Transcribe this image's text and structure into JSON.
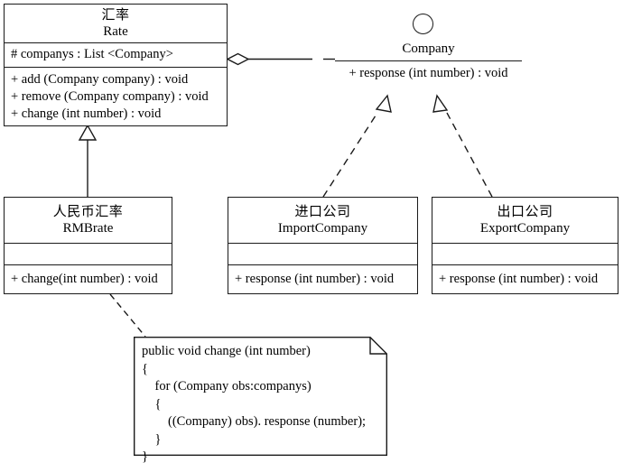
{
  "diagram": {
    "title": "Observer pattern UML class diagram",
    "stroke_color": "#1a1a1a",
    "background_color": "#ffffff"
  },
  "classes": [
    {
      "id": "rate",
      "name_cn": "汇率",
      "name_en": "Rate",
      "attributes": [
        "# companys : List <Company>"
      ],
      "operations": [
        "+ add (Company company) : void",
        "+ remove (Company company) : void",
        "+ change (int number) : void"
      ]
    },
    {
      "id": "rmbrate",
      "name_cn": "人民币汇率",
      "name_en": "RMBrate",
      "attributes": [],
      "operations": [
        "+ change(int number) : void"
      ]
    },
    {
      "id": "importcompany",
      "name_cn": "进口公司",
      "name_en": "ImportCompany",
      "attributes": [],
      "operations": [
        "+ response (int number) : void"
      ]
    },
    {
      "id": "exportcompany",
      "name_cn": "出口公司",
      "name_en": "ExportCompany",
      "attributes": [],
      "operations": [
        "+ response (int number) : void"
      ]
    }
  ],
  "interface": {
    "id": "company",
    "name": "Company",
    "operation": "+ response (int number) : void",
    "notation": "lollipop-circle"
  },
  "note": {
    "id": "change-method-note",
    "lines": [
      "public void change (int number)",
      "{",
      "    for (Company obs:companys)",
      "    {",
      "        ((Company) obs). response (number);",
      "    }",
      "}"
    ],
    "text": "public void change (int number)\n{\n    for (Company obs:companys)\n    {\n        ((Company) obs). response (number);\n    }\n}"
  },
  "relationships": [
    {
      "id": "rate-aggregates-company",
      "type": "aggregation",
      "from": "rate",
      "to": "company",
      "marker": "hollow-diamond",
      "line": "solid"
    },
    {
      "id": "rmbrate-extends-rate",
      "type": "generalization",
      "from": "rmbrate",
      "to": "rate",
      "marker": "hollow-triangle",
      "line": "solid"
    },
    {
      "id": "importcompany-implements-company",
      "type": "realization",
      "from": "importcompany",
      "to": "company",
      "marker": "hollow-triangle",
      "line": "dashed"
    },
    {
      "id": "exportcompany-implements-company",
      "type": "realization",
      "from": "exportcompany",
      "to": "company",
      "marker": "hollow-triangle",
      "line": "dashed"
    },
    {
      "id": "rmbrate-note-link",
      "type": "note-anchor",
      "from": "rmbrate",
      "to": "change-method-note",
      "marker": "none",
      "line": "dashed"
    }
  ]
}
